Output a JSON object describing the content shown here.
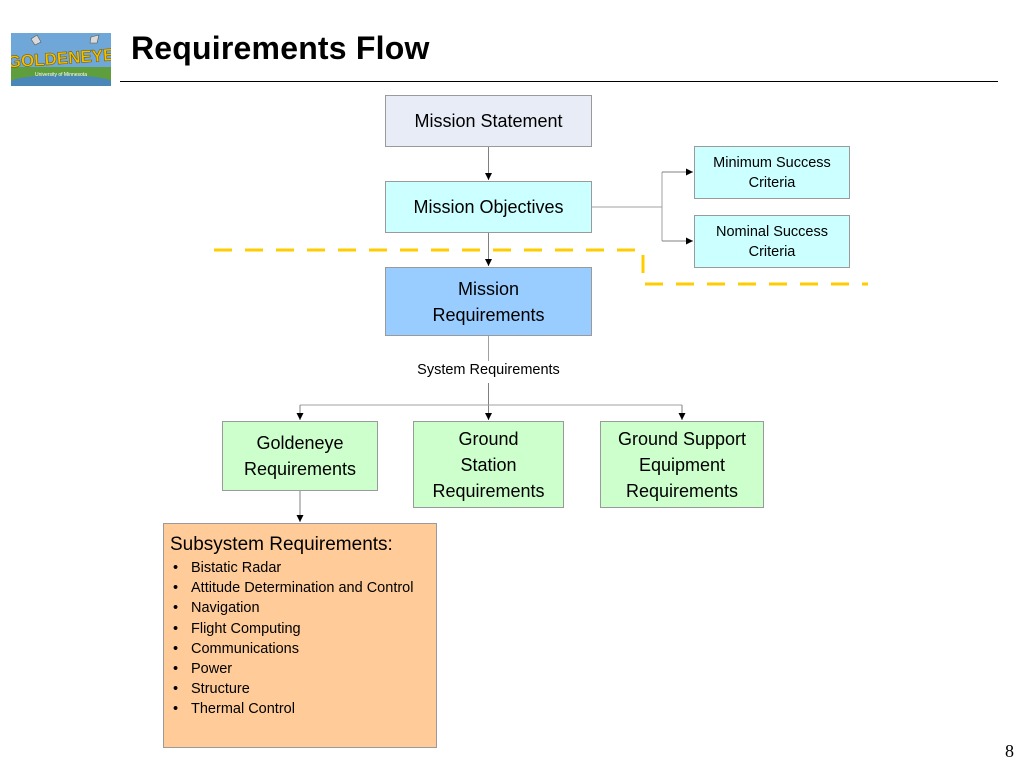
{
  "slide": {
    "title": "Requirements Flow",
    "page_number": "8",
    "logo": {
      "text": "GOLDENEYE",
      "subtext": "University of Minnesota"
    }
  },
  "diagram": {
    "mission_statement": "Mission Statement",
    "mission_objectives": "Mission Objectives",
    "minimum_success": "Minimum Success\nCriteria",
    "nominal_success": "Nominal Success\nCriteria",
    "mission_requirements": "Mission\nRequirements",
    "system_requirements_label": "System Requirements",
    "goldeneye_requirements": "Goldeneye\nRequirements",
    "ground_station_requirements": "Ground\nStation\nRequirements",
    "gse_requirements": "Ground Support\nEquipment\nRequirements",
    "subsystem": {
      "title": "Subsystem Requirements:",
      "items": [
        "Bistatic Radar",
        "Attitude Determination and Control",
        "Navigation",
        "Flight Computing",
        "Communications",
        "Power",
        "Structure",
        "Thermal Control"
      ]
    }
  },
  "colors": {
    "statement_fill": "#e8ecf7",
    "objectives_fill": "#ccffff",
    "mission_requirements_fill": "#99ccff",
    "system_boxes_fill": "#ccffcc",
    "subsystem_fill": "#ffcc99",
    "dashed_divider": "#ffcc00"
  }
}
